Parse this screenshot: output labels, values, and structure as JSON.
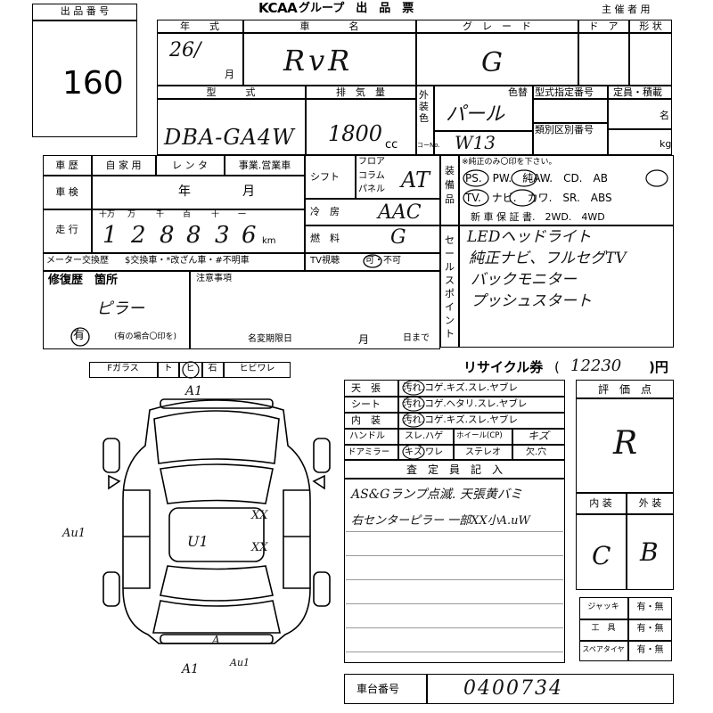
{
  "header": {
    "lot_label": "出 品 番 号",
    "lot_number": "160",
    "brand": "KCAA",
    "title": "グループ　出　品　票",
    "organizer": "主 催 者 用"
  },
  "car": {
    "year_label": "年　　式",
    "model_label": "車　　　　名",
    "grade_label": "グ　レ　ー　ド",
    "door_label": "ド　ア",
    "body_label": "形 状",
    "year_value": "26/",
    "month_unit": "月",
    "model_value": "RvR",
    "grade_value": "G",
    "type_label": "型　　　式",
    "displacement_label": "排　気　量",
    "exterior_label": "外装色",
    "color_change_label": "色替",
    "model_code_label": "型式指定番号",
    "category_label": "類別区別番号",
    "capacity_label": "定員・積載",
    "capacity_unit": "名",
    "weight_unit": "kg",
    "type_value": "DBA-GA4W",
    "displacement_value": "1800",
    "cc_unit": "cc",
    "color_value": "パール",
    "color_code": "W13",
    "color_no_label": "コーNo."
  },
  "history": {
    "label": "車 歴",
    "opts": [
      "自 家 用",
      "レ ン タ",
      "事業.営業車"
    ],
    "inspection_label": "車 検",
    "year_unit": "年",
    "month_unit": "月",
    "mileage_label": "走 行",
    "digit_headers": [
      "十万",
      "万",
      "千",
      "百",
      "十",
      "一"
    ],
    "digits": [
      "1",
      "2",
      "8",
      "8",
      "3",
      "6"
    ],
    "km_unit": "km",
    "meter_label": "メーター交換歴",
    "meter_opts": "$交換車・*改ざん車・#不明車",
    "repair_label": "修復歴　箇所",
    "repair_value": "ピラー",
    "repair_yes": "有",
    "repair_note": "(有の場合〇印を)",
    "notes_label": "注意事項",
    "name_change_label": "名変期限日",
    "name_change_month": "月",
    "name_change_day": "日まで"
  },
  "specs": {
    "shift_label": "シフト",
    "shift_opts": [
      "フロア",
      "コラム",
      "パネル"
    ],
    "shift_value": "AT",
    "ac_label": "冷　房",
    "ac_value": "AAC",
    "fuel_label": "燃　料",
    "fuel_value": "G",
    "tv_label": "TV視聴",
    "tv_value": "可・不可"
  },
  "equipment": {
    "label": "装備品",
    "note": "※純正のみ〇印を下さい。",
    "row1": "PS.　PW.　純AW.　CD.　AB",
    "row2": "TV.　ナビ.　カワ.　SR.　ABS",
    "row3": "新 車 保 証 書.　2WD.　4WD"
  },
  "sales_points": {
    "label": "セールスポイント",
    "lines": [
      "LEDヘッドライト",
      "純正ナビ、フルセグTV",
      "バックモニター",
      "プッシュスタート"
    ]
  },
  "glass": {
    "label": "Fガラス",
    "opts": [
      "ト",
      "ヒ",
      "石",
      "ヒビワレ"
    ]
  },
  "diagram": {
    "marks": [
      "A1",
      "Au1",
      "U1",
      "XX",
      "XX",
      "A1",
      "Au1",
      "A"
    ]
  },
  "recycle": {
    "label": "リサイクル券",
    "value": "12230",
    "unit": ")円"
  },
  "interior": {
    "rows": [
      {
        "label": "天　張",
        "value": "汚れ.コゲ.キズ.スレ.ヤブレ"
      },
      {
        "label": "シート",
        "value": "汚れ.コゲ.ヘタリ.スレ.ヤブレ"
      },
      {
        "label": "内　装",
        "value": "汚れ.コゲ.キズ.スレ.ヤブレ"
      }
    ],
    "handle_label": "ハンドル",
    "handle_value": "スレ.ハゲ",
    "wheel_label": "ホイール(CP)",
    "wheel_value": "キズ",
    "door_mirror_label": "ドアミラー",
    "door_mirror_value": "キズ.ワレ",
    "stereo_label": "ステレオ",
    "stereo_value": "欠.穴"
  },
  "inspector": {
    "label": "査　定　員　記　入",
    "line1": "AS&Gランプ点滅. 天張黄バミ",
    "line2": "右センターピラー 一部XX小A.uW"
  },
  "grade_box": {
    "label": "評　価　点",
    "score": "R",
    "interior_label": "内 装",
    "exterior_label": "外 装",
    "interior_value": "C",
    "exterior_value": "B"
  },
  "tools": [
    {
      "label": "ジャッキ",
      "value": "有・無"
    },
    {
      "label": "工　具",
      "value": "有・無"
    },
    {
      "label": "スペアタイヤ",
      "value": "有・無"
    }
  ],
  "chassis": {
    "label": "車台番号",
    "value": "0400734"
  }
}
